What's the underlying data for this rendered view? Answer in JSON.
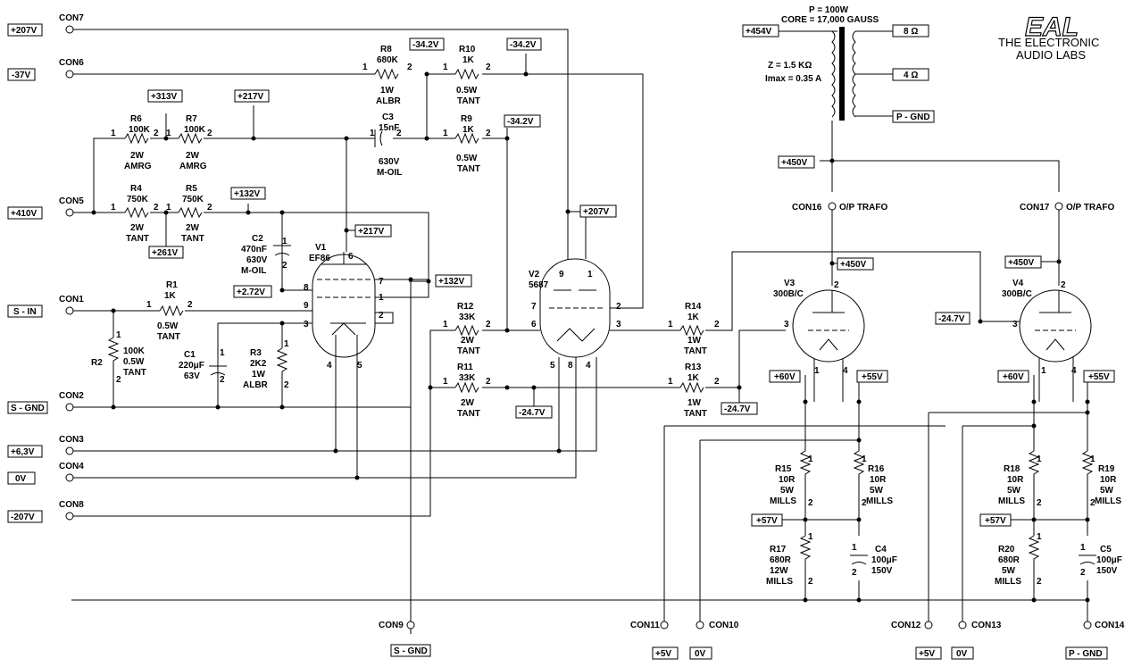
{
  "transformer": {
    "power": "P = 100W",
    "core": "CORE = 17,000 GAUSS",
    "z": "Z = 1.5 KΩ",
    "imax": "Imax = 0.35 A"
  },
  "logo": {
    "mark": "EAL",
    "line1": "THE ELECTRONIC",
    "line2": "AUDIO LABS"
  },
  "connectors": {
    "con7": {
      "id": "CON7",
      "volt": "+207V"
    },
    "con6": {
      "id": "CON6",
      "volt": "-37V"
    },
    "con5": {
      "id": "CON5",
      "volt": "+410V"
    },
    "con1": {
      "id": "CON1",
      "volt": "S - IN"
    },
    "con2": {
      "id": "CON2",
      "volt": "S - GND"
    },
    "con3": {
      "id": "CON3",
      "volt": "+6,3V"
    },
    "con4": {
      "id": "CON4",
      "volt": "0V"
    },
    "con8": {
      "id": "CON8",
      "volt": "-207V"
    },
    "con9": {
      "id": "CON9",
      "volt": "S - GND"
    },
    "con10": {
      "id": "CON10",
      "volt": "0V"
    },
    "con11": {
      "id": "CON11",
      "volt": "+5V"
    },
    "con12": {
      "id": "CON12",
      "volt": "+5V"
    },
    "con13": {
      "id": "CON13",
      "volt": "0V"
    },
    "con14": {
      "id": "CON14",
      "volt": "P - GND"
    },
    "con16": {
      "id": "CON16",
      "label": "O/P TRAFO"
    },
    "con17": {
      "id": "CON17",
      "label": "O/P TRAFO"
    }
  },
  "nodes": {
    "n313": "+313V",
    "n217a": "+217V",
    "n132a": "+132V",
    "n261": "+261V",
    "n217b": "+217V",
    "n132b": "+132V",
    "n272": "+2.72V",
    "n342a": "-34.2V",
    "n342b": "-34.2V",
    "n342c": "-34.2V",
    "n207": "+207V",
    "n247a": "-24.7V",
    "n247b": "-24.7V",
    "n247c": "-24.7V",
    "n454": "+454V",
    "n450a": "+450V",
    "n450b": "+450V",
    "n450c": "+450V",
    "n60a": "+60V",
    "n55a": "+55V",
    "n57a": "+57V",
    "n60b": "+60V",
    "n55b": "+55V",
    "n57b": "+57V",
    "o8": "8 Ω",
    "o4": "4 Ω",
    "opg": "P - GND"
  },
  "resistors": {
    "r1": {
      "name": "R1",
      "val": "1K",
      "spec1": "0.5W",
      "spec2": "TANT"
    },
    "r2": {
      "name": "R2",
      "val": "100K",
      "spec1": "0.5W",
      "spec2": "TANT"
    },
    "r3": {
      "name": "R3",
      "val": "2K2",
      "spec1": "1W",
      "spec2": "ALBR"
    },
    "r4": {
      "name": "R4",
      "val": "750K",
      "spec1": "2W",
      "spec2": "TANT"
    },
    "r5": {
      "name": "R5",
      "val": "750K",
      "spec1": "2W",
      "spec2": "TANT"
    },
    "r6": {
      "name": "R6",
      "val": "100K",
      "spec1": "2W",
      "spec2": "AMRG"
    },
    "r7": {
      "name": "R7",
      "val": "100K",
      "spec1": "2W",
      "spec2": "AMRG"
    },
    "r8": {
      "name": "R8",
      "val": "680K",
      "spec1": "1W",
      "spec2": "ALBR"
    },
    "r9": {
      "name": "R9",
      "val": "1K",
      "spec1": "0.5W",
      "spec2": "TANT"
    },
    "r10": {
      "name": "R10",
      "val": "1K",
      "spec1": "0.5W",
      "spec2": "TANT"
    },
    "r11": {
      "name": "R11",
      "val": "33K",
      "spec1": "2W",
      "spec2": "TANT"
    },
    "r12": {
      "name": "R12",
      "val": "33K",
      "spec1": "2W",
      "spec2": "TANT"
    },
    "r13": {
      "name": "R13",
      "val": "1K",
      "spec1": "1W",
      "spec2": "TANT"
    },
    "r14": {
      "name": "R14",
      "val": "1K",
      "spec1": "1W",
      "spec2": "TANT"
    },
    "r15": {
      "name": "R15",
      "val": "10R",
      "spec1": "5W",
      "spec2": "MILLS"
    },
    "r16": {
      "name": "R16",
      "val": "10R",
      "spec1": "5W",
      "spec2": "MILLS"
    },
    "r17": {
      "name": "R17",
      "val": "680R",
      "spec1": "12W",
      "spec2": "MILLS"
    },
    "r18": {
      "name": "R18",
      "val": "10R",
      "spec1": "5W",
      "spec2": "MILLS"
    },
    "r19": {
      "name": "R19",
      "val": "10R",
      "spec1": "5W",
      "spec2": "MILLS"
    },
    "r20": {
      "name": "R20",
      "val": "680R",
      "spec1": "5W",
      "spec2": "MILLS"
    }
  },
  "capacitors": {
    "c1": {
      "name": "C1",
      "val": "220μF",
      "spec": "63V"
    },
    "c2": {
      "name": "C2",
      "val": "470nF",
      "spec1": "630V",
      "spec2": "M-OIL"
    },
    "c3": {
      "name": "C3",
      "val": "15nF",
      "spec1": "630V",
      "spec2": "M-OIL"
    },
    "c4": {
      "name": "C4",
      "val": "100μF",
      "spec": "150V"
    },
    "c5": {
      "name": "C5",
      "val": "100μF",
      "spec": "150V"
    }
  },
  "tubes": {
    "v1": {
      "name": "V1",
      "type": "EF86"
    },
    "v2": {
      "name": "V2",
      "type": "5687"
    },
    "v3": {
      "name": "V3",
      "type": "300B/C"
    },
    "v4": {
      "name": "V4",
      "type": "300B/C"
    }
  },
  "pins": {
    "p1": "1",
    "p2": "2",
    "p3": "3",
    "p4": "4",
    "p5": "5",
    "p6": "6",
    "p7": "7",
    "p8": "8",
    "p9": "9"
  }
}
